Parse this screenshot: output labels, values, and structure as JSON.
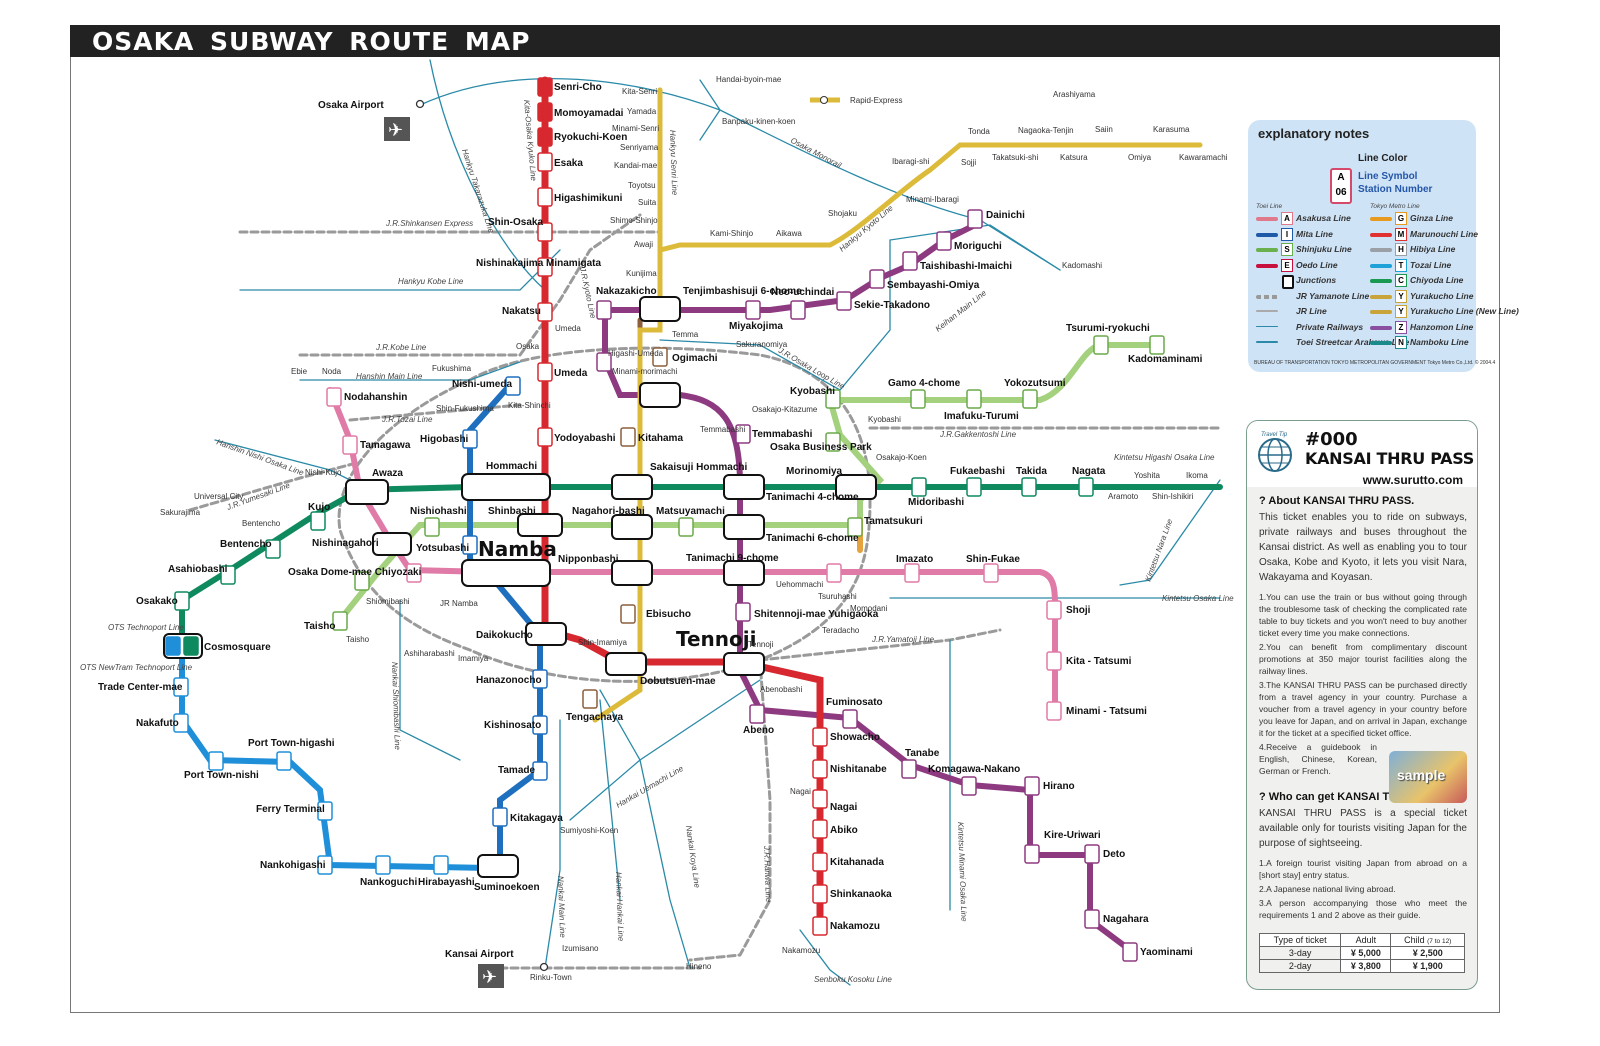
{
  "title": "OSAKA SUBWAY ROUTE MAP",
  "colors": {
    "midosuji": "#d7282f",
    "tanimachi": "#8e3a80",
    "yotsubashi": "#1f6fbf",
    "chuo": "#0f8a5f",
    "sennichimae": "#e07aa6",
    "sakaisuji": "#8b5e3c",
    "nagahori": "#a3d17d",
    "imazatosuji": "#e6a23c",
    "newtram": "#1e8fd8",
    "jr": "#9a9a9a",
    "private": "#2a8aa8",
    "rapid_express": "#dcbb3a"
  },
  "airports": {
    "osaka": "Osaka Airport",
    "kansai": "Kansai Airport"
  },
  "rapid_express_label": "Rapid-Express",
  "major_labels": {
    "namba": "Namba",
    "tennoji": "Tennoji"
  },
  "stations": {
    "m08": "Senri-Cho",
    "m09": "Momoyamadai",
    "m10": "Ryokuchi-Koen",
    "m11": "Esaka",
    "m12": "Higashimikuni",
    "m13": "Shin-Osaka",
    "m14": "Nishinakajima Minamigata",
    "m15": "Nakatsu",
    "m16": "Umeda",
    "m17": "Yodoyabashi",
    "m18": "Hommachi",
    "m19": "Shinbashi",
    "m20": "Namba",
    "m21": "Daikokucho",
    "m22": "Dobutsuen-mae",
    "m23": "Tennoji",
    "m24": "Showacho",
    "m25": "Nishitanabe",
    "m26": "Nagai",
    "m27": "Abiko",
    "m28": "Kitahanada",
    "m29": "Shinkanaoka",
    "m30": "Nakamozu",
    "t11": "Dainichi",
    "t12": "Moriguchi",
    "t13": "Taishibashi-Imaichi",
    "t14": "Sembayashi-Omiya",
    "t15": "Sekie-Takadono",
    "t16": "Neo-uchindai",
    "t17": "Miyakojima",
    "t18": "Tenjimbashisuji 6-chome",
    "t19": "Nakazakicho",
    "t20": "Higashi-Umeda",
    "t21": "Minami-morimachi",
    "t22": "Temmabashi",
    "t23": "Tanimachi 4-chome",
    "t24": "Tanimachi 6-chome",
    "t25": "Tanimachi 9-chome",
    "t26": "Shitennoji-mae Yuhigaoka",
    "t28": "Abeno",
    "t29": "Fuminosato",
    "t30": "Tanabe",
    "t31": "Komagawa-Nakano",
    "t32": "Hirano",
    "t33": "Kire-Uriwari",
    "t34": "Deto",
    "t35": "Nagahara",
    "t36": "Yaominami",
    "y11": "Nishi-umeda",
    "y12": "Higobashi",
    "y20": "Kitakagaya",
    "y19": "Tamade",
    "y18": "Kishinosato",
    "y17": "Hanazonocho",
    "y21": "Suminoekoen",
    "c11": "Osakako",
    "c12": "Asahiobashi",
    "c13": "Bentencho",
    "c14": "Kujo",
    "c15": "Awaza",
    "c19": "Morinomiya",
    "c20": "Midoribashi",
    "c21": "Fukaebashi",
    "c22": "Takida",
    "c23": "Nagata",
    "c10": "Cosmosquare",
    "s11": "Nodahanshin",
    "s12": "Tamagawa",
    "s14": "Nishinagahori",
    "s15": "Yotsubashi",
    "s16": "Nipponbashi",
    "s20": "Imazato",
    "s21": "Shin-Fukae",
    "s22": "Shoji",
    "s23": "Kita - Tatsumi",
    "s24": "Minami - Tatsumi",
    "k12": "Ogimachi",
    "k14": "Kitahama",
    "k15": "Sakaisuji Hommachi",
    "k16": "Nagahori-bashi",
    "k18": "Ebisucho",
    "k20": "Tengachaya",
    "n14": "Nishiohashi",
    "n17": "Matsuyamachi",
    "n21": "Osaka Business Park",
    "n22": "Kyobashi",
    "n23": "Gamo 4-chome",
    "n24": "Imafuku-Turumi",
    "n25": "Yokozutsumi",
    "n26": "Tsurumi-ryokuchi",
    "n27": "Kadomaminami",
    "n11": "Taisho",
    "n12": "Osaka Dome-mae Chiyozaki",
    "n18": "Tamatsukuri",
    "p10": "Trade Center-mae",
    "p11": "Nakafuto",
    "p12": "Port Town-nishi",
    "p13": "Port Town-higashi",
    "p14": "Ferry Terminal",
    "p15": "Nankohigashi",
    "p16": "Nankoguchi",
    "p17": "Hirabayashi",
    "p18": "Suminoekoen",
    "p09": "Cosmosquare"
  },
  "minor_stations": {
    "kita_senri": "Kita-Senri",
    "yamada": "Yamada",
    "minami_senri": "Minami-Senri",
    "senriyama": "Senriyama",
    "kandai_mae": "Kandai-mae",
    "toyotsu": "Toyotsu",
    "suita": "Suita",
    "shimo_shinjo": "Shimo-Shinjo",
    "awaji": "Awaji",
    "kunijima": "Kunijima",
    "kami_shinjo": "Kami-Shinjo",
    "aikawa": "Aikawa",
    "shojaku": "Shojaku",
    "ibaragi_shi": "Ibaragi-shi",
    "minami_ibaragi": "Minami-Ibaragi",
    "tonda": "Tonda",
    "takatsuki_shi": "Takatsuki-shi",
    "nagaoka_tenjin": "Nagaoka-Tenjin",
    "arashiyama": "Arashiyama",
    "katsura": "Katsura",
    "sojji": "Sojji",
    "saiin": "Saiin",
    "omiya": "Omiya",
    "karasuma": "Karasuma",
    "kawaramachi": "Kawaramachi",
    "handai_byoin_mae": "Handai-byoin-mae",
    "bampaku_kinen_koen": "Banpaku-kinen-koen",
    "kadomashi": "Kadomashi",
    "umeda_s": "Umeda",
    "osaka": "Osaka",
    "fukushima": "Fukushima",
    "ebie": "Ebie",
    "noda": "Noda",
    "shin_fukushima": "Shin-Fukushima",
    "kita_shinchi": "Kita-Shinchi",
    "nishi_kujo": "Nishi-Kujo",
    "universal_city": "Universal City",
    "sakurajima": "Sakurajima",
    "kyobashi_s": "Kyobashi",
    "osakajo_koen": "Osakajo-Koen",
    "osakajo_kitazume": "Osakajo-Kitazume",
    "temma": "Temma",
    "sakuranomiya": "Sakuranomiya",
    "tenma_bashi_s": "Temmabashi",
    "yoshita": "Yoshita",
    "ikoma": "Ikoma",
    "aramoto": "Aramoto",
    "shin_ishikiri": "Shin-Ishikiri",
    "tsuruhashi": "Tsuruhashi",
    "uehommachi": "Uehommachi",
    "momodani": "Momodani",
    "teradacho": "Teradacho",
    "imamiya": "Imamiya",
    "shin_imamiya": "Shin-Imamiya",
    "ashiharabashi": "Ashiharabashi",
    "jr_namba": "JR Namba",
    "shiomibashi": "Shiomibashi",
    "taisho_s": "Taisho",
    "benten_cho_s": "Bentencho",
    "abenobashi": "Abenobashi",
    "tennoji_s": "Tennoji",
    "sumiyoshi_koen": "Sumiyoshi-Koen",
    "itsumisano": "Izumisano",
    "rinku_town": "Rinku-Town",
    "hineno": "Hineno",
    "nakamozu_s": "Nakamozu",
    "nagai_s": "Nagai",
    "tsuruhashi_s": "Tsuruhashi",
    "tamatsukuri_s": "Tamatsukuri",
    "morinomiya_s": "Morinomiya"
  },
  "line_labels": {
    "kita_osaka_kyuko": "Kita-Osaka Kyuko Line",
    "hankyu_senri": "Hankyu Senri Line",
    "hankyu_takarazuka": "Hankyu Takarazuka Line",
    "jr_shinkansen": "J.R.Shinkansen Express",
    "hankyu_kobe": "Hankyu Kobe Line",
    "jr_kobe": "J.R.Kobe Line",
    "jr_kyoto": "J.R.Kyoto Line",
    "hanshin_main": "Hanshin Main Line",
    "jr_tozai": "J.R.Tozai Line",
    "hanshin_nishi_osaka": "Hanshin Nishi Osaka Line",
    "jr_yumesaki": "J.R.Yumesaki Line",
    "osaka_monorail": "Osaka Monorail",
    "hankyu_kyoto": "Hankyu Kyoto Line",
    "keihan_main": "Keihan Main Line",
    "jr_osaka_loop": "J.R.Osaka Loop Line",
    "jr_gakkentoshi": "J.R.Gakkentoshi Line",
    "kintetsu_higashi_osaka": "Kintetsu Higashi Osaka Line",
    "kintetsu_nara": "Kintetsu Nara Line",
    "kintetsu_osaka": "Kintetsu Osaka Line",
    "jr_yamatoji": "J.R.Yamatoji Line",
    "nankai_shiomibashi": "Nankai Shiomibashi Line",
    "hankai_uemachi": "Hankai Uemachi Line",
    "nankai_koya": "Nankai Koya Line",
    "jr_hanwa": "J.R.Hanwa Line",
    "nankai_main": "Nankai Main Line",
    "hankai_hankai": "Hankai Hankai Line",
    "kintetsu_minami_osaka": "Kintetsu Minami Osaka Line",
    "senboku_kosoku": "Senboku Kosoku Line",
    "ots_technoport": "OTS Technoport Line",
    "ots_newtram": "OTS NewTram Technoport Line"
  },
  "notes": {
    "title": "explanatory notes",
    "line_color": "Line Color",
    "line_symbol": "Line Symbol",
    "station_number": "Station Number",
    "sample_letter": "A",
    "sample_number": "06",
    "toei_head": "Toei Line",
    "metro_head": "Tokyo Metro Line",
    "items_left": [
      "Asakusa Line",
      "Mita Line",
      "Shinjuku Line",
      "Oedo Line",
      "Junctions",
      "JR Yamanote Line",
      "JR Line",
      "Private Railways",
      "Toei Streetcar Arakawa Line"
    ],
    "items_right": [
      "Ginza Line",
      "Marunouchi Line",
      "Hibiya Line",
      "Tozai Line",
      "Chiyoda Line",
      "Yurakucho Line",
      "Yurakucho Line (New Line)",
      "Hanzomon Line",
      "Namboku Line"
    ],
    "letters_left": [
      "A",
      "I",
      "S",
      "E"
    ],
    "letters_right": [
      "G",
      "M",
      "H",
      "T",
      "C",
      "Y",
      "Y",
      "Z",
      "N"
    ],
    "colors_left": [
      "#e07a8a",
      "#1f5aa8",
      "#6ab04c",
      "#c8103e"
    ],
    "colors_right": [
      "#e89a1e",
      "#e03030",
      "#9aa0a6",
      "#1ea0d8",
      "#1a9a50",
      "#c8a43a",
      "#c8a43a",
      "#8a4fa0",
      "#1a8a8a"
    ],
    "footer": "BUREAU OF TRANSPORTATION TOKYO METROPOLITAN GOVERNMENT   Tokyo Metro Co.,Ltd. © 2004.4"
  },
  "tip": {
    "travel_tip": "Travel Tip",
    "code": "#000",
    "name": "KANSAI THRU PASS",
    "url": "www.surutto.com",
    "q1": "About KANSAI THRU PASS.",
    "p1": "This ticket enables you to ride on subways, private railways and buses throughout the Kansai district. As well as enabling you to tour Osaka, Kobe and Kyoto, it lets you visit Nara, Wakayama and Koyasan.",
    "li1": "1.You can use the train or bus without going through the troublesome task of checking the complicated rate table to buy tickets and you won't need to buy another ticket every time you make connections.",
    "li2": "2.You can benefit from complimentary discount promotions at 350 major tourist facilities along the railway lines.",
    "li3": "3.The KANSAI THRU PASS can be purchased directly from a travel agency in your country. Purchase a voucher from a travel agency in your country before you leave for Japan, and on arrival in Japan, exchange it for the ticket at a specified ticket office.",
    "li4": "4.Receive a guidebook in English, Chinese, Korean, German or French.",
    "sample": "sample",
    "q2": "Who can get KANSAI THRU PASS?",
    "p2": "KANSAI THRU PASS is a special ticket available only for tourists visiting Japan for the purpose of sightseeing.",
    "li5": "1.A foreign tourist visiting Japan from abroad on a [short stay] entry status.",
    "li6": "2.A Japanese national living abroad.",
    "li7": "3.A person accompanying those who meet the requirements 1 and 2 above as their guide.",
    "table": {
      "h_type": "Type of ticket",
      "h_adult": "Adult",
      "h_child": "Child",
      "h_child_note": "(7 to 12)",
      "rows": [
        {
          "type": "3-day",
          "adult": "¥ 5,000",
          "child": "¥ 2,500"
        },
        {
          "type": "2-day",
          "adult": "¥ 3,800",
          "child": "¥ 1,900"
        }
      ]
    }
  }
}
